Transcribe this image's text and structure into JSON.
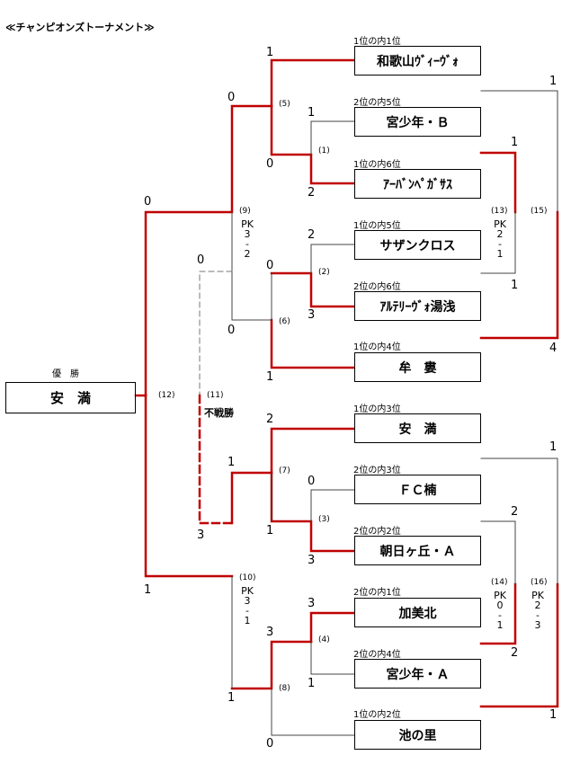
{
  "title": "≪チャンピオンズトーナメント≫",
  "champion": {
    "label": "優　勝",
    "name": "安　満"
  },
  "teams": [
    {
      "seed": "1位の内1位",
      "name": "和歌山ｳﾞｨｰｳﾞｫ"
    },
    {
      "seed": "2位の内5位",
      "name": "宮少年・Ｂ"
    },
    {
      "seed": "1位の内6位",
      "name": "ｱｰﾊﾞﾝﾍﾟｶﾞｻｽ"
    },
    {
      "seed": "1位の内5位",
      "name": "サザンクロス"
    },
    {
      "seed": "2位の内6位",
      "name": "ｱﾙﾃﾘｰｳﾞｫ湯浅"
    },
    {
      "seed": "1位の内4位",
      "name": "牟　婁"
    },
    {
      "seed": "1位の内3位",
      "name": "安　満"
    },
    {
      "seed": "2位の内3位",
      "name": "ＦＣ楠"
    },
    {
      "seed": "2位の内2位",
      "name": "朝日ヶ丘・Ａ"
    },
    {
      "seed": "2位の内1位",
      "name": "加美北"
    },
    {
      "seed": "2位の内4位",
      "name": "宮少年・Ａ"
    },
    {
      "seed": "1位の内2位",
      "name": "池の里"
    }
  ],
  "match_numbers": [
    "(1)",
    "(2)",
    "(3)",
    "(4)",
    "(5)",
    "(6)",
    "(7)",
    "(8)",
    "(9)",
    "(10)",
    "(11)",
    "(12)",
    "(13)",
    "(14)",
    "(15)",
    "(16)"
  ],
  "scores": {
    "m5_top": "1",
    "m5_bottom": "0",
    "m1_top": "1",
    "m1_bottom": "2",
    "m2_top": "2",
    "m2_bottom": "3",
    "m6_top": "0",
    "m6_bottom": "1",
    "m9_top": "0",
    "m9_bottom": "0",
    "m7_top": "2",
    "m7_bottom": "1",
    "m3_top": "0",
    "m3_bottom": "3",
    "m4_top": "3",
    "m4_bottom": "1",
    "m8_top": "3",
    "m8_bottom": "0",
    "m10_top": "1",
    "m10_bottom": "1",
    "m11_top": "0",
    "m11_bottom": "3",
    "m12_top": "0",
    "m12_bottom": "1",
    "m13_top": "1",
    "m13_bottom": "1",
    "m15_top": "1",
    "m15_bottom": "4",
    "m14_top": "2",
    "m14_bottom": "2",
    "m16_top": "1",
    "m16_bottom": "1"
  },
  "pk": {
    "m9": "PK\n3\n-\n2",
    "m10": "PK\n3\n-\n1",
    "m13": "PK\n2\n-\n1",
    "m14": "PK\n0\n-\n1",
    "m16": "PK\n2\n-\n3"
  },
  "forfeit_note": "不戦勝",
  "colors": {
    "winner_line": "#c00000",
    "loser_line": "#444444",
    "forfeit_line": "#777777"
  }
}
